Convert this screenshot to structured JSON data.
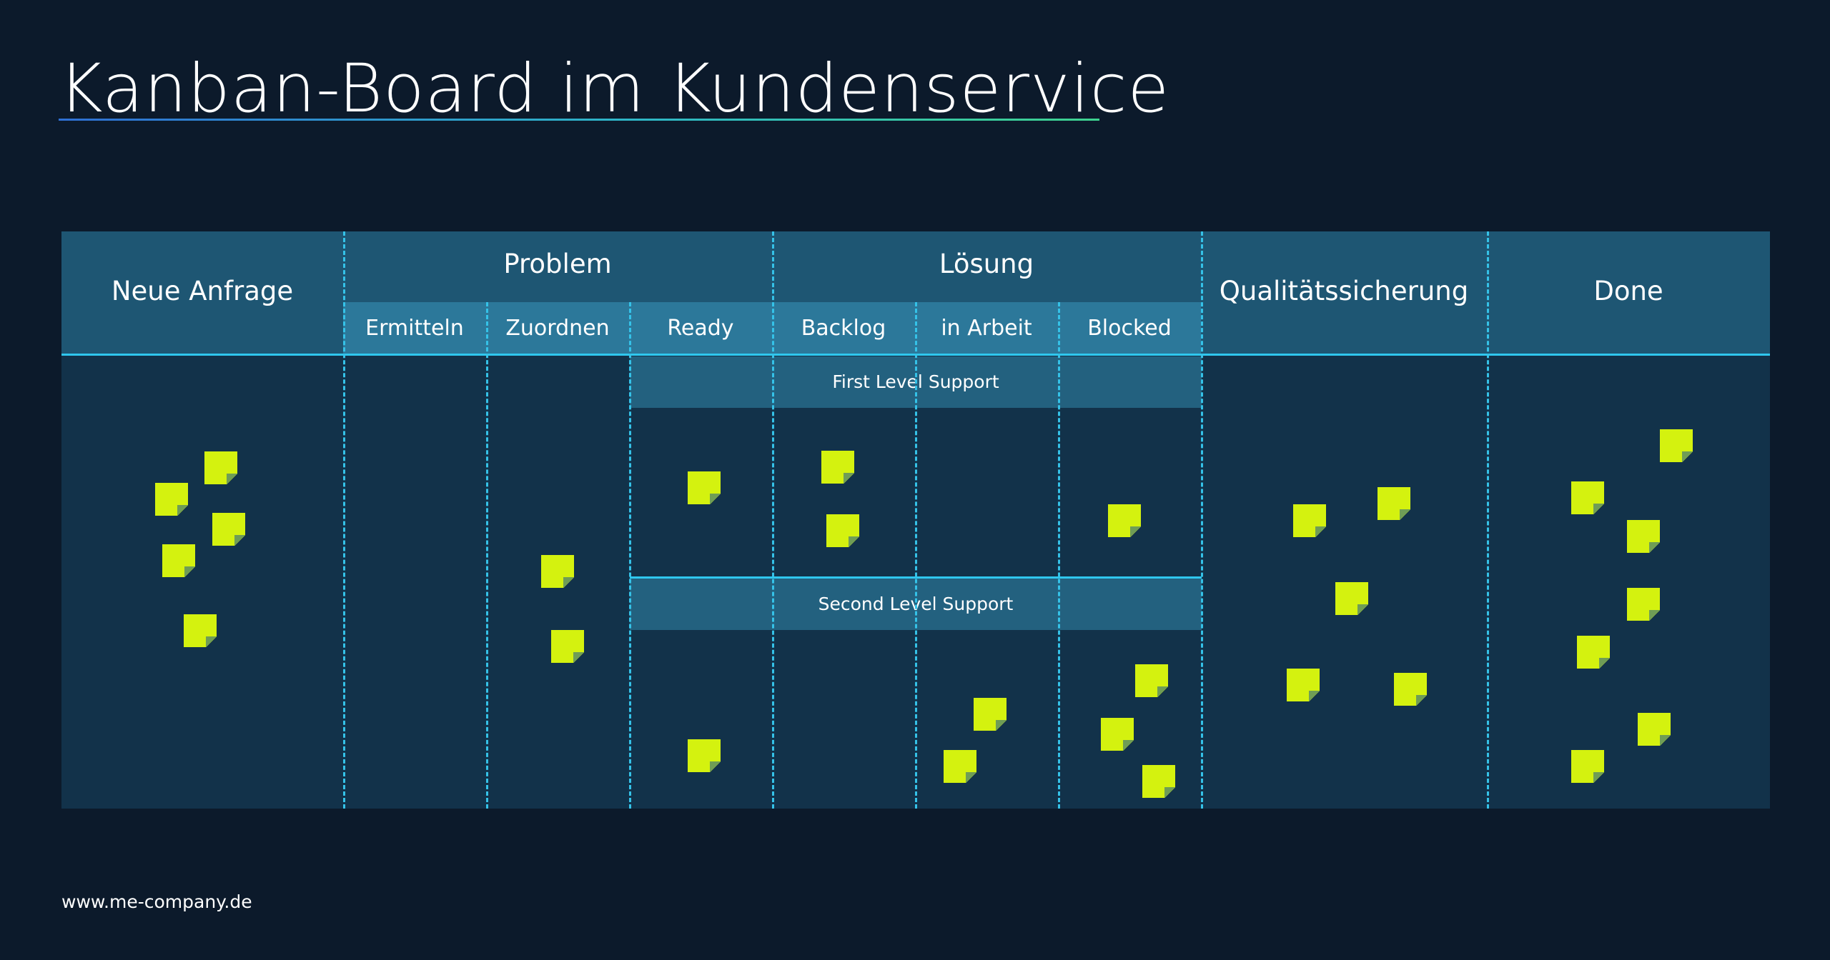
{
  "title": "Kanban-Board im Kundenservice",
  "board": {
    "columns": {
      "neue_anfrage": "Neue Anfrage",
      "problem": "Problem",
      "loesung": "Lösung",
      "qualitaetssicherung": "Qualitätssicherung",
      "done": "Done"
    },
    "subcolumns": {
      "ermitteln": "Ermitteln",
      "zuordnen": "Zuordnen",
      "ready": "Ready",
      "backlog": "Backlog",
      "in_arbeit": "in Arbeit",
      "blocked": "Blocked"
    },
    "lanes": {
      "first": "First Level Support",
      "second": "Second Level Support"
    },
    "colors": {
      "background": "#0c1a2b",
      "board": "#12324a",
      "header": "#1e5673",
      "accent_line": "#2fc7ee",
      "sticky_note": "#d4f20f"
    }
  },
  "footer": "www.me-company.de"
}
